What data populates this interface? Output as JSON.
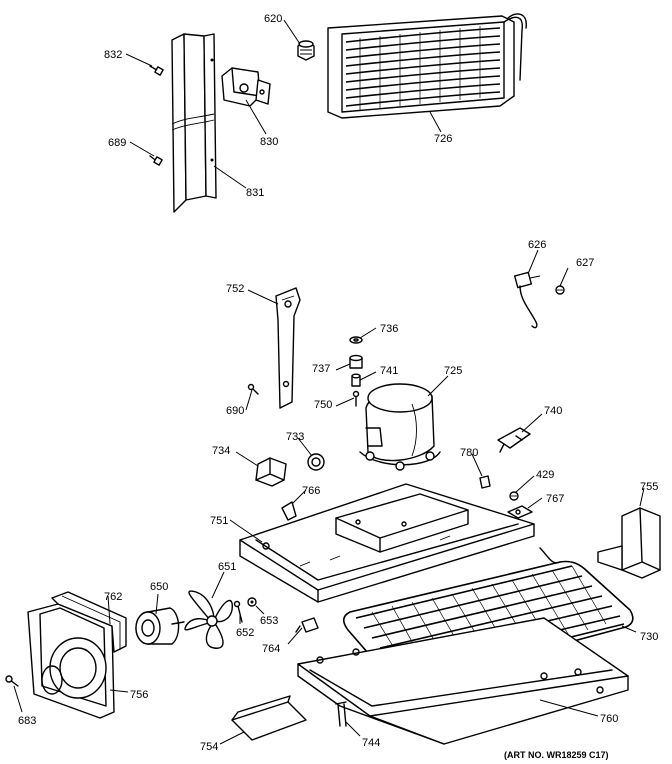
{
  "diagram": {
    "labels": {
      "p620": "620",
      "p832": "832",
      "p726": "726",
      "p830": "830",
      "p689": "689",
      "p831": "831",
      "p626": "626",
      "p627": "627",
      "p752": "752",
      "p736": "736",
      "p737": "737",
      "p741": "741",
      "p725": "725",
      "p690": "690",
      "p750": "750",
      "p740": "740",
      "p734": "734",
      "p733": "733",
      "p780": "780",
      "p429": "429",
      "p766": "766",
      "p755": "755",
      "p767": "767",
      "p751": "751",
      "p650": "650",
      "p651": "651",
      "p762": "762",
      "p653": "653",
      "p652": "652",
      "p764": "764",
      "p730": "730",
      "p756": "756",
      "p683": "683",
      "p760": "760",
      "p754": "754",
      "p744": "744"
    },
    "art_number": "(ART NO. WR18259 C17)"
  }
}
